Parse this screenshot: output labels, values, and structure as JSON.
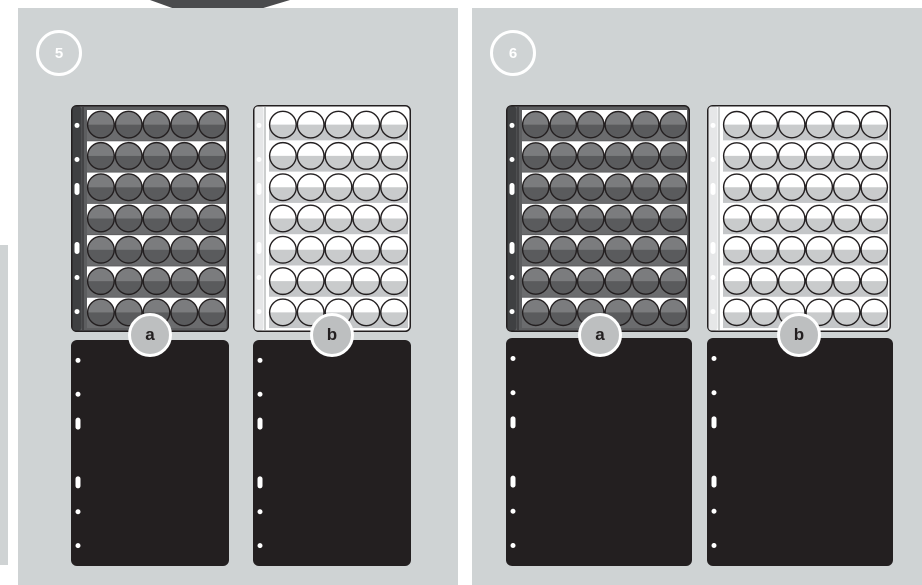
{
  "steps": [
    {
      "number": "5",
      "sheets": [
        {
          "label": "a",
          "rows": 7,
          "cols": 5
        },
        {
          "label": "b",
          "rows": 7,
          "cols": 5
        }
      ]
    },
    {
      "number": "6",
      "sheets": [
        {
          "label": "a",
          "rows": 7,
          "cols": 6
        },
        {
          "label": "b",
          "rows": 7,
          "cols": 6
        }
      ]
    }
  ],
  "colors": {
    "panel": "#cfd3d4",
    "dark_sheet": "#5d5e60",
    "light_sheet": "#d9dadb",
    "black_page": "#231f20",
    "outline": "#231f20"
  }
}
